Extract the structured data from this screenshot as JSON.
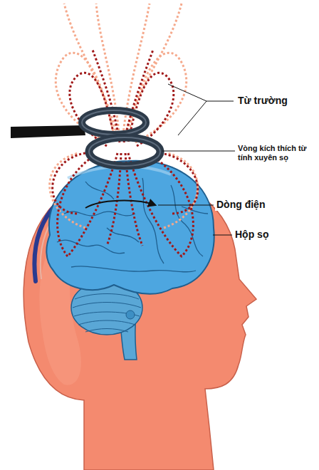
{
  "diagram": {
    "labels": [
      "Từ trường",
      "Vòng kích thích từ tính xuyên sọ",
      "Dòng điện",
      "Hộp sọ"
    ]
  }
}
